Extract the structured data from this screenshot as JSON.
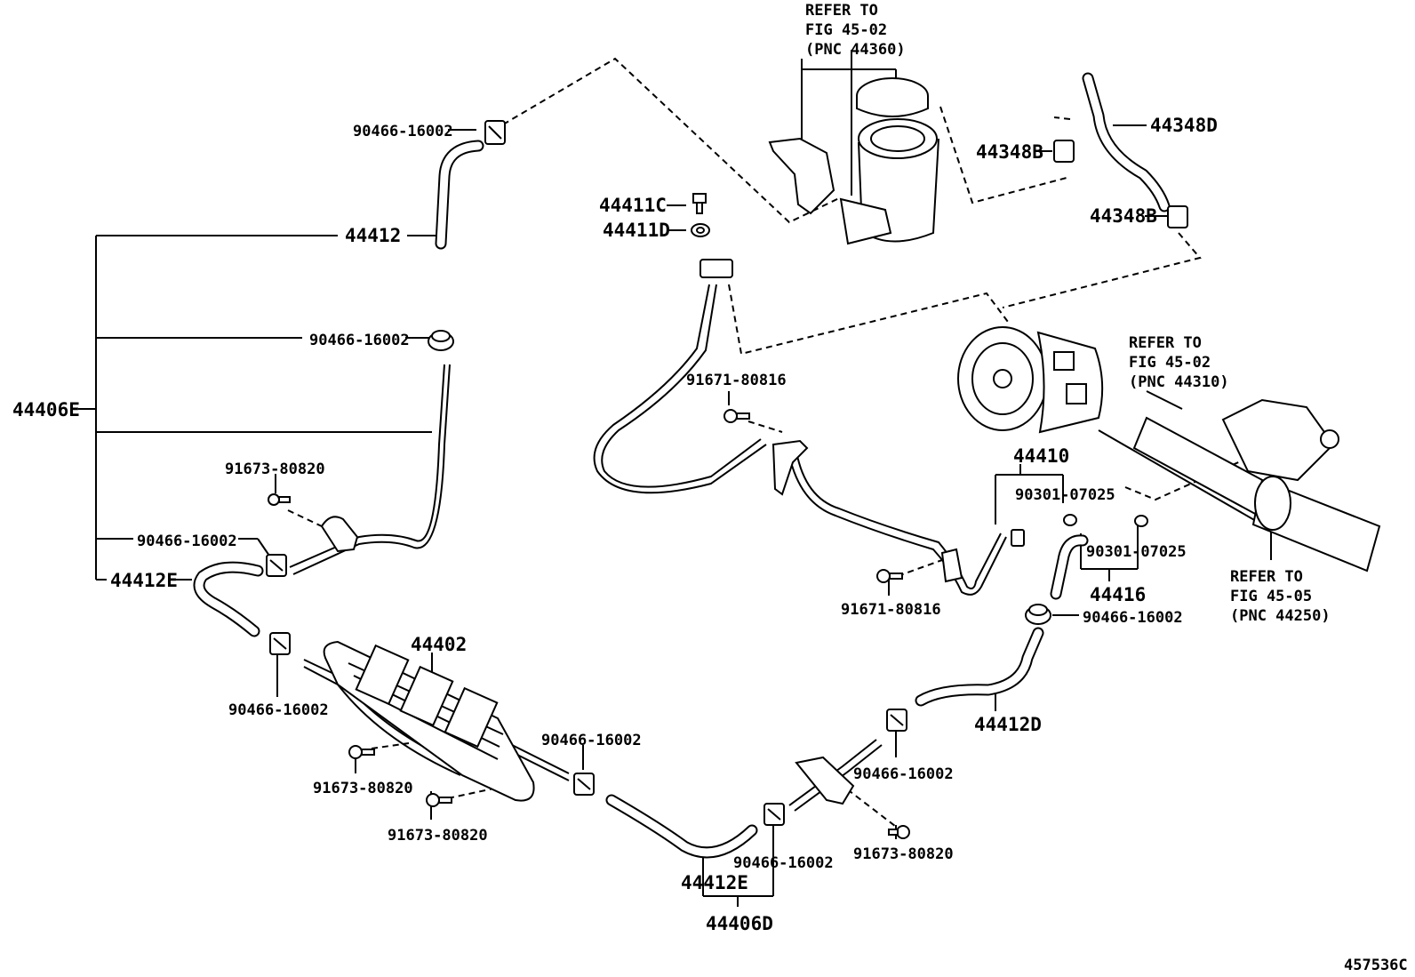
{
  "labels": {
    "refer_reservoir": [
      "REFER TO",
      "FIG 45-02",
      "(PNC 44360)"
    ],
    "refer_pump": [
      "REFER TO",
      "FIG 45-02",
      "(PNC 44310)"
    ],
    "refer_gear": [
      "REFER TO",
      "FIG 45-05",
      "(PNC 44250)"
    ],
    "clamp": "90466-16002",
    "hose_44412": "44412",
    "hose_44412E": "44412E",
    "hose_44412D": "44412D",
    "set_44406E": "44406E",
    "set_44406D": "44406D",
    "cooler_44402": "44402",
    "bolt_91673": "91673-80820",
    "bolt_91671": "91671-80816",
    "bolt_44411C": "44411C",
    "gasket_44411D": "44411D",
    "pipe_44410": "44410",
    "pipe_44416": "44416",
    "oring_90301": "90301-07025",
    "hose_44348D": "44348D",
    "clamp_44348B": "44348B",
    "illustration_id": "457536C"
  }
}
